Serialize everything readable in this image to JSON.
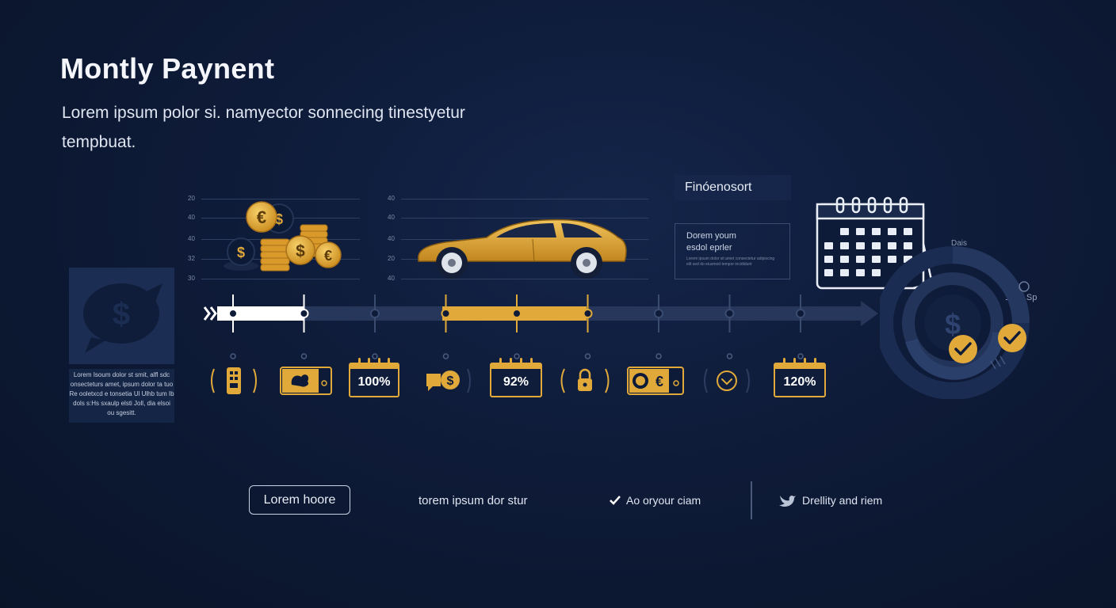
{
  "header": {
    "title": "Montly Paynent",
    "subtitle": "Lorem ipsum polor si. namyector sonnecing tinestyetur tempbuat."
  },
  "charts": {
    "coins_axis_ticks": [
      "20",
      "40",
      "40",
      "32",
      "30"
    ],
    "car_axis_ticks": [
      "40",
      "40",
      "40",
      "20",
      "40"
    ]
  },
  "left_card": {
    "icon": "dollar-chat-icon",
    "text": "Lorem Isoum dolor st smit, alfl sdc onsecteturs amet, ipsum dolor ta tuo Re ooletxcd e tonsetia Ul Ulhb tum Ib dols s:Hs sxaulp elsti Joll, dia elsoi ou sgesitt."
  },
  "panel": {
    "tag": "Finóenosort",
    "box_line1": "Dorem youm",
    "box_line2": "esdol eprler",
    "box_fine": "Lorem ipsum dolor sit amet consectetur adipiscing elit sed do eiusmod tempor incididunt"
  },
  "timeline": {
    "steps": [
      {
        "type": "icon",
        "icon": "phone-card-icon"
      },
      {
        "type": "icon",
        "icon": "cash-note-icon"
      },
      {
        "type": "calendar",
        "label": "100%"
      },
      {
        "type": "icon",
        "icon": "chat-dollar-icon"
      },
      {
        "type": "calendar",
        "label": "92%"
      },
      {
        "type": "icon",
        "icon": "lock-icon"
      },
      {
        "type": "icon",
        "icon": "euro-note-icon"
      },
      {
        "type": "icon",
        "icon": "check-circle-icon"
      },
      {
        "type": "calendar",
        "label": "120%"
      }
    ],
    "progress": {
      "white_until_step": 1,
      "gold_from_step": 3,
      "gold_until_step": 5
    }
  },
  "gauge": {
    "label_top": "Dais",
    "label_side": "1 0z. Sp"
  },
  "footer": {
    "button_label": "Lorem hoore",
    "text_1": "torem ipsum dor stur",
    "text_2": "Ao oryour ciam",
    "text_3": "Drellity and riem"
  },
  "colors": {
    "gold": "#e0a93a",
    "navy": "#0e1b38",
    "track": "#2e3d5f"
  }
}
